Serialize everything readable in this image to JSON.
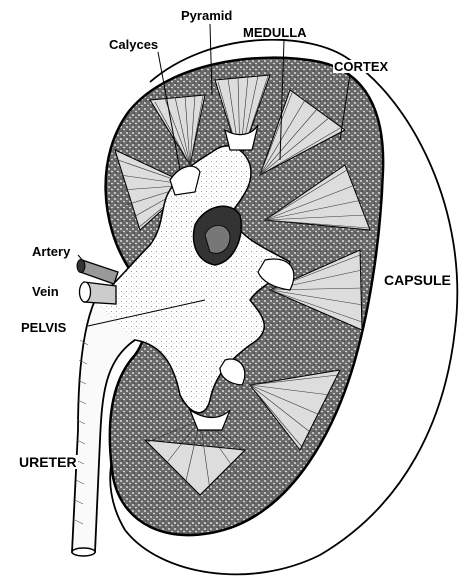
{
  "diagram": {
    "labels": {
      "pyramid": "Pyramid",
      "calyces": "Calyces",
      "medulla": "MEDULLA",
      "cortex": "CORTEX",
      "artery": "Artery",
      "vein": "Vein",
      "capsule": "CAPSULE",
      "pelvis": "PELVIS",
      "ureter": "URETER"
    },
    "colors": {
      "ink": "#000000",
      "paper": "#ffffff",
      "stipple": "#555555"
    }
  }
}
